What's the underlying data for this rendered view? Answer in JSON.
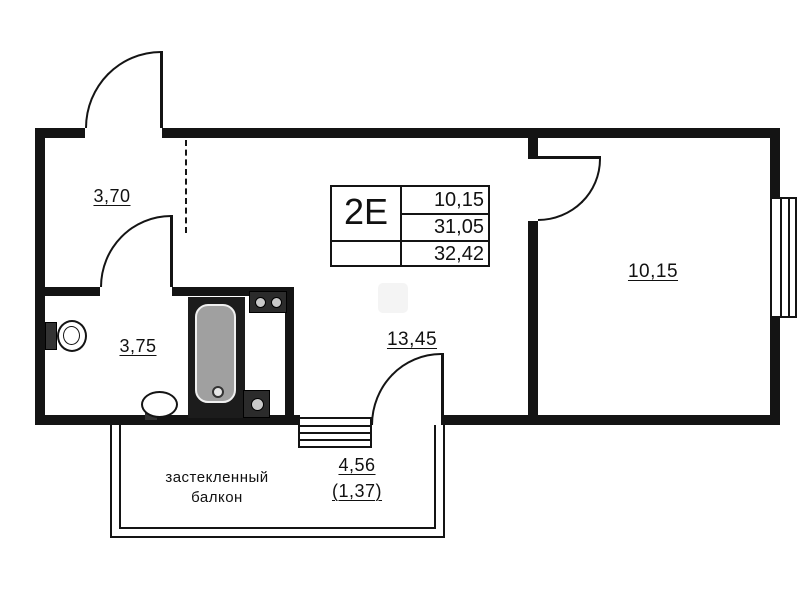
{
  "stamp": {
    "unit": "2Е",
    "rows": [
      "10,15",
      "31,05",
      "32,42"
    ]
  },
  "rooms": {
    "hall_area": "3,70",
    "bath_area": "3,75",
    "living_area": "13,45",
    "bedroom_area": "10,15"
  },
  "balcony": {
    "label_line1": "застекленный",
    "label_line2": "балкон",
    "area_full": "4,56",
    "area_reduced": "(1,37)"
  }
}
